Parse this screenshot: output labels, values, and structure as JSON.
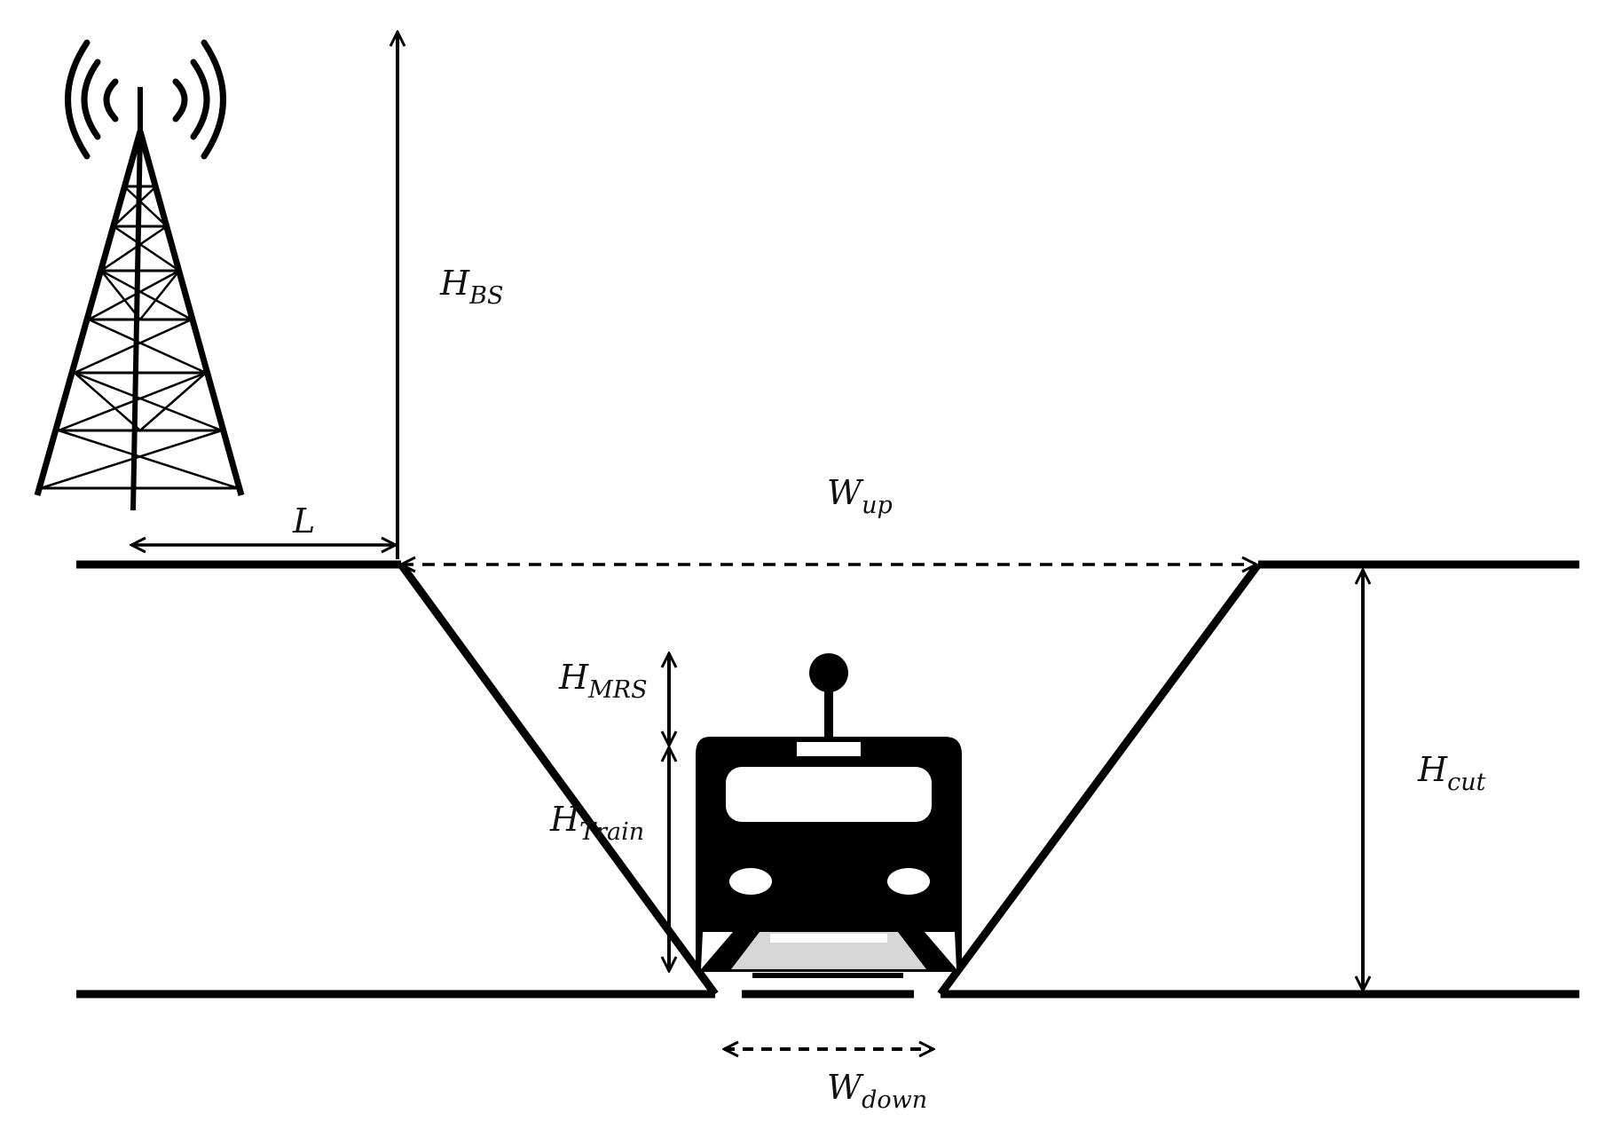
{
  "labels": {
    "h_bs": {
      "main": "H",
      "sub": "BS"
    },
    "w_up": {
      "main": "W",
      "sub": "up"
    },
    "l": {
      "main": "L"
    },
    "h_mrs": {
      "main": "H",
      "sub": "MRS"
    },
    "h_train": {
      "main": "H",
      "sub": "Train"
    },
    "h_cut": {
      "main": "H",
      "sub": "cut"
    },
    "w_down": {
      "main": "W",
      "sub": "down"
    }
  },
  "icons": {
    "tower": "cell-tower-icon",
    "train": "train-front-icon"
  },
  "colors": {
    "ink": "#000000",
    "background": "#ffffff"
  }
}
